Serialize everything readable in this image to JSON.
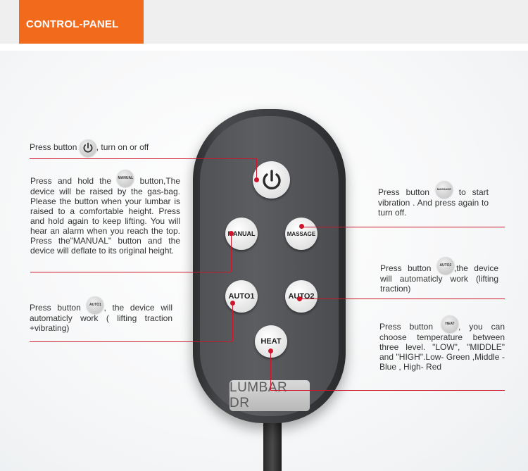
{
  "header": {
    "title": "CONTROL-PANEL"
  },
  "remote": {
    "buttons": {
      "manual": "MANUAL",
      "massage": "MASSAGE",
      "auto1": "AUTO1",
      "auto2": "AUTO2",
      "heat": "HEAT"
    },
    "logo": "LUMBAR DR"
  },
  "icons": {
    "manual": "MANUAL",
    "massage": "MASSAGE",
    "auto1": "AUTO1",
    "auto2": "AUTO2",
    "heat": "HEAT"
  },
  "descriptions": {
    "power": {
      "before": "Press button ",
      "after": ", turn on or off"
    },
    "manual": {
      "before": "Press and hold the ",
      "after": " button,The device will be raised by the gas-bag. Please the button when your lumbar is raised to a comfortable height. Press and hold again to keep lifting. You will hear an alarm when you reach the top. Press the\"MANUAL\" button and the device will deflate to its original height."
    },
    "massage": {
      "before": "Press button ",
      "after": " to start vibration . And press again to turn off."
    },
    "auto2": {
      "before": "Press button ",
      "after": ",the device will automaticly work (lifting traction)"
    },
    "auto1": {
      "before": "Press button ",
      "after": ", the device will automaticly work ( lifting traction +vibrating)"
    },
    "heat": {
      "before": "Press button ",
      "after": ", you can choose temperature between three level. \"LOW\", \"MIDDLE\" and \"HIGH\".Low- Green ,Middle -Blue , High- Red"
    }
  },
  "colors": {
    "accent": "#f26b1d",
    "pointer": "#d0142b"
  }
}
